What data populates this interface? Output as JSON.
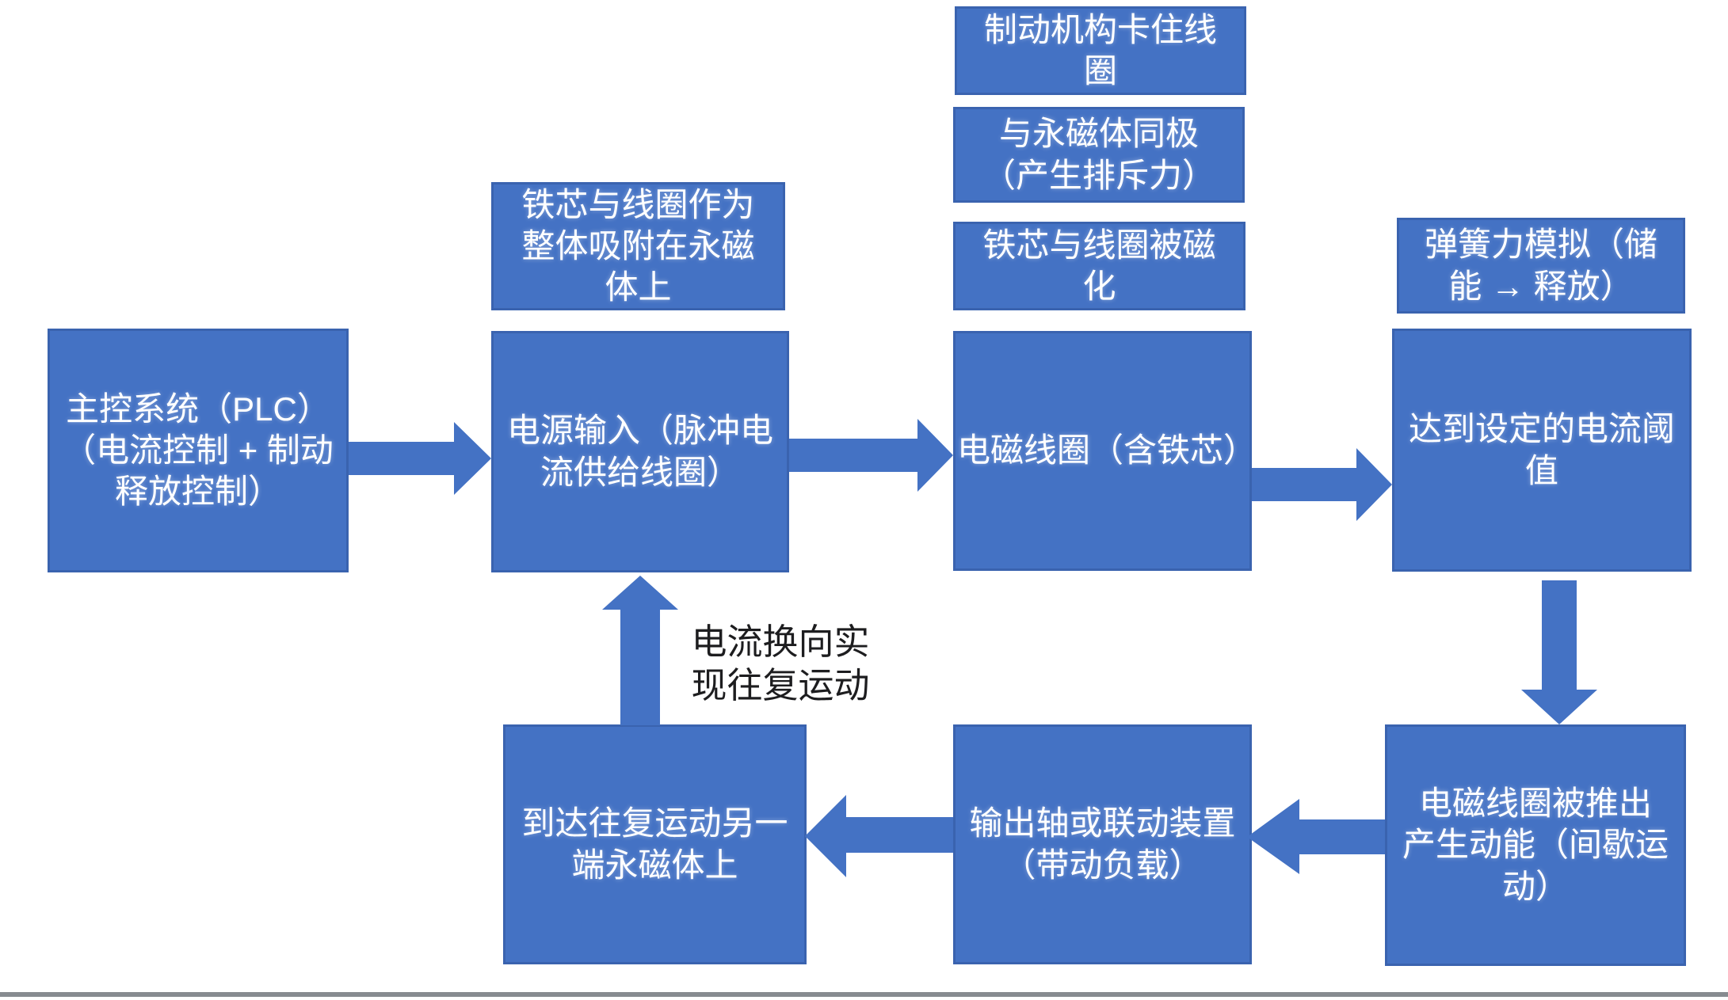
{
  "colors": {
    "box_fill": "#4472c4",
    "box_border": "#3a63af",
    "arrow": "#4472c4",
    "annotation_text": "#1d1d1f",
    "bottom_bar": "#878b90"
  },
  "diagram": {
    "nodes": {
      "plc": "主控系统（PLC）\n（电流控制 + 制动\n释放控制）",
      "power_input": "电源输入（脉冲电\n流供给线圈）",
      "coil": "电磁线圈（含铁芯）",
      "threshold": "达到设定的电流阈\n值",
      "pushed_out": "电磁线圈被推出\n产生动能（间歇运\n动）",
      "output_shaft": "输出轴或联动装置\n（带动负载）",
      "other_end": "到达往复运动另一\n端永磁体上"
    },
    "callouts": {
      "brake_lock": "制动机构卡住线\n圈",
      "same_pole": "与永磁体同极\n（产生排斥力）",
      "magnetized": "铁芯与线圈被磁\n化",
      "adsorbed": "铁芯与线圈作为\n整体吸附在永磁\n体上",
      "spring_sim": "弹簧力模拟（储\n能 → 释放）"
    },
    "annotation": "电流换向实\n现往复运动",
    "connections": [
      {
        "from": "主控系统（PLC）（电流控制 + 制动释放控制）",
        "to": "电源输入（脉冲电流供给线圈）",
        "direction": "right"
      },
      {
        "from": "电源输入（脉冲电流供给线圈）",
        "to": "电磁线圈（含铁芯）",
        "direction": "right"
      },
      {
        "from": "电磁线圈（含铁芯）",
        "to": "达到设定的电流阈值",
        "direction": "right"
      },
      {
        "from": "达到设定的电流阈值",
        "to": "电磁线圈被推出产生动能（间歇运动）",
        "direction": "down"
      },
      {
        "from": "电磁线圈被推出产生动能（间歇运动）",
        "to": "输出轴或联动装置（带动负载）",
        "direction": "left"
      },
      {
        "from": "输出轴或联动装置（带动负载）",
        "to": "到达往复运动另一端永磁体上",
        "direction": "left"
      },
      {
        "from": "到达往复运动另一端永磁体上",
        "to": "电源输入（脉冲电流供给线圈）",
        "direction": "up"
      }
    ]
  }
}
